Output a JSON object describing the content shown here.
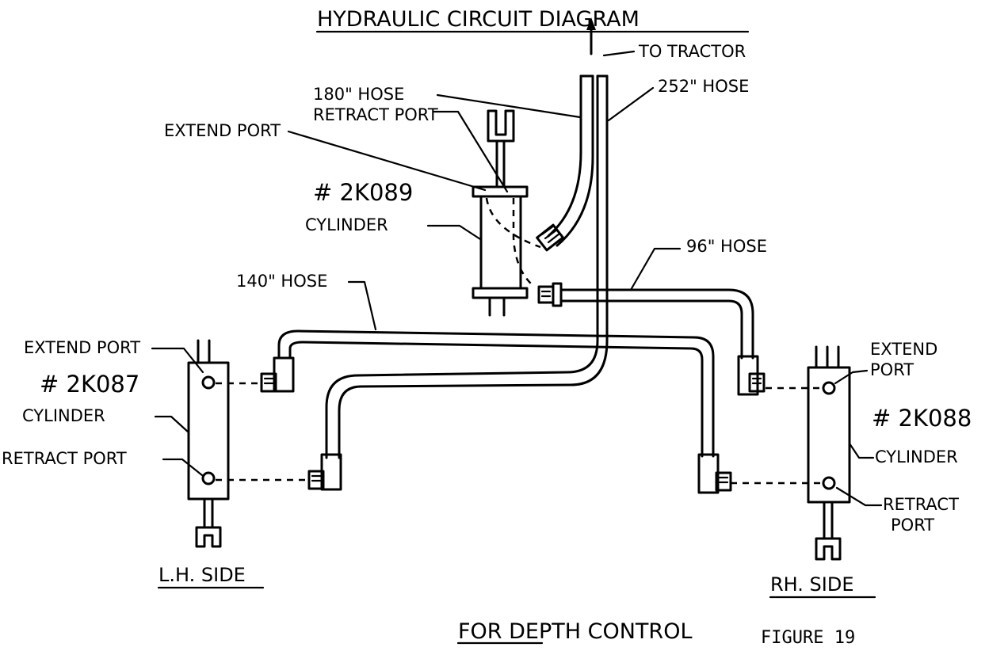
{
  "title": "HYDRAULIC CIRCUIT DIAGRAM",
  "subtitle": "FOR DEPTH CONTROL",
  "figure_label": "FIGURE 19",
  "labels": {
    "to_tractor": "TO TRACTOR",
    "hose_180": "180\" HOSE",
    "hose_252": "252\" HOSE",
    "retract_port_center": "RETRACT PORT",
    "extend_port_center": "EXTEND PORT",
    "part_center": "# 2K089",
    "cylinder_center": "CYLINDER",
    "hose_96": "96\" HOSE",
    "hose_140": "140\" HOSE",
    "extend_port_left": "EXTEND PORT",
    "part_left": "# 2K087",
    "cylinder_left": "CYLINDER",
    "retract_port_left": "RETRACT PORT",
    "extend_port_right_1": "EXTEND",
    "extend_port_right_2": "PORT",
    "part_right": "# 2K088",
    "cylinder_right": "CYLINDER",
    "retract_port_right_1": "RETRACT",
    "retract_port_right_2": "PORT",
    "lh_side": "L.H. SIDE",
    "rh_side": "RH. SIDE"
  }
}
